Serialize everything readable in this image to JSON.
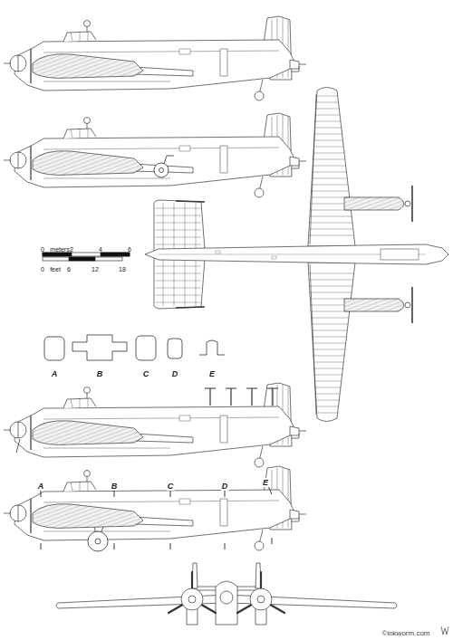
{
  "diagram": {
    "labels": [
      "0",
      "meters",
      "2",
      "4",
      "6",
      "0",
      "feet",
      "6",
      "12",
      "18",
      "A",
      "B",
      "C",
      "D",
      "E",
      "A",
      "B",
      "C",
      "D",
      "E",
      "©inkworm.com"
    ]
  }
}
